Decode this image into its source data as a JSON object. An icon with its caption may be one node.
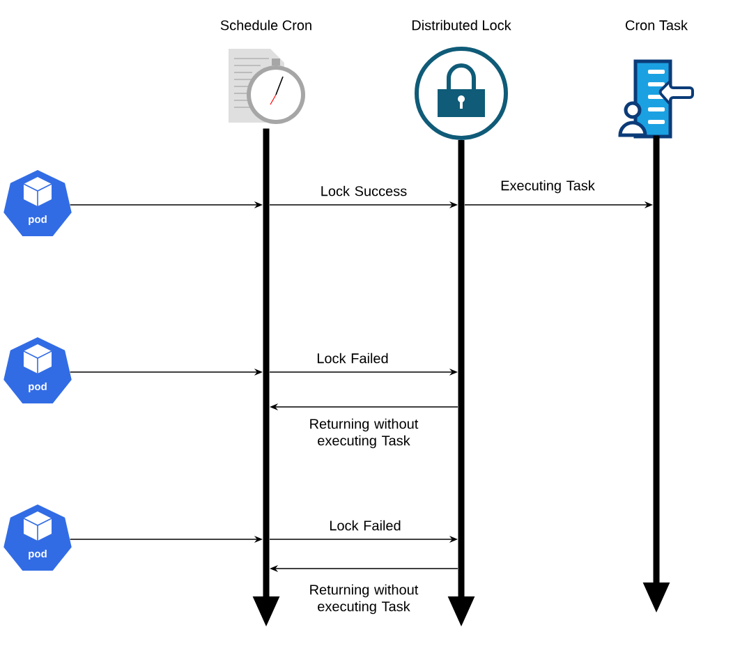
{
  "diagram": {
    "nodes": [
      {
        "text": [
          "Schedule Cron"
        ]
      },
      {
        "text": [
          "Distributed Lock"
        ]
      },
      {
        "text": [
          "Cron Task"
        ]
      },
      {
        "text": [
          "pod"
        ]
      },
      {
        "text": [
          "pod"
        ]
      },
      {
        "text": [
          "pod"
        ]
      }
    ],
    "edges": [
      {
        "from": 3,
        "to": 0,
        "arrow": "to"
      },
      {
        "from": 0,
        "to": 1,
        "arrow": "to",
        "label": "Lock Success"
      },
      {
        "from": 1,
        "to": 2,
        "arrow": "to",
        "label": "Executing Task"
      },
      {
        "from": 4,
        "to": 0,
        "arrow": "to"
      },
      {
        "from": 0,
        "to": 1,
        "arrow": "to",
        "label": "Lock Failed"
      },
      {
        "from": 1,
        "to": 0,
        "arrow": "to",
        "label": "Returning without executing Task"
      },
      {
        "from": 5,
        "to": 0,
        "arrow": "to"
      },
      {
        "from": 0,
        "to": 1,
        "arrow": "to",
        "label": "Lock Failed"
      },
      {
        "from": 1,
        "to": 0,
        "arrow": "to",
        "label": "Returning without executing Task"
      }
    ]
  }
}
